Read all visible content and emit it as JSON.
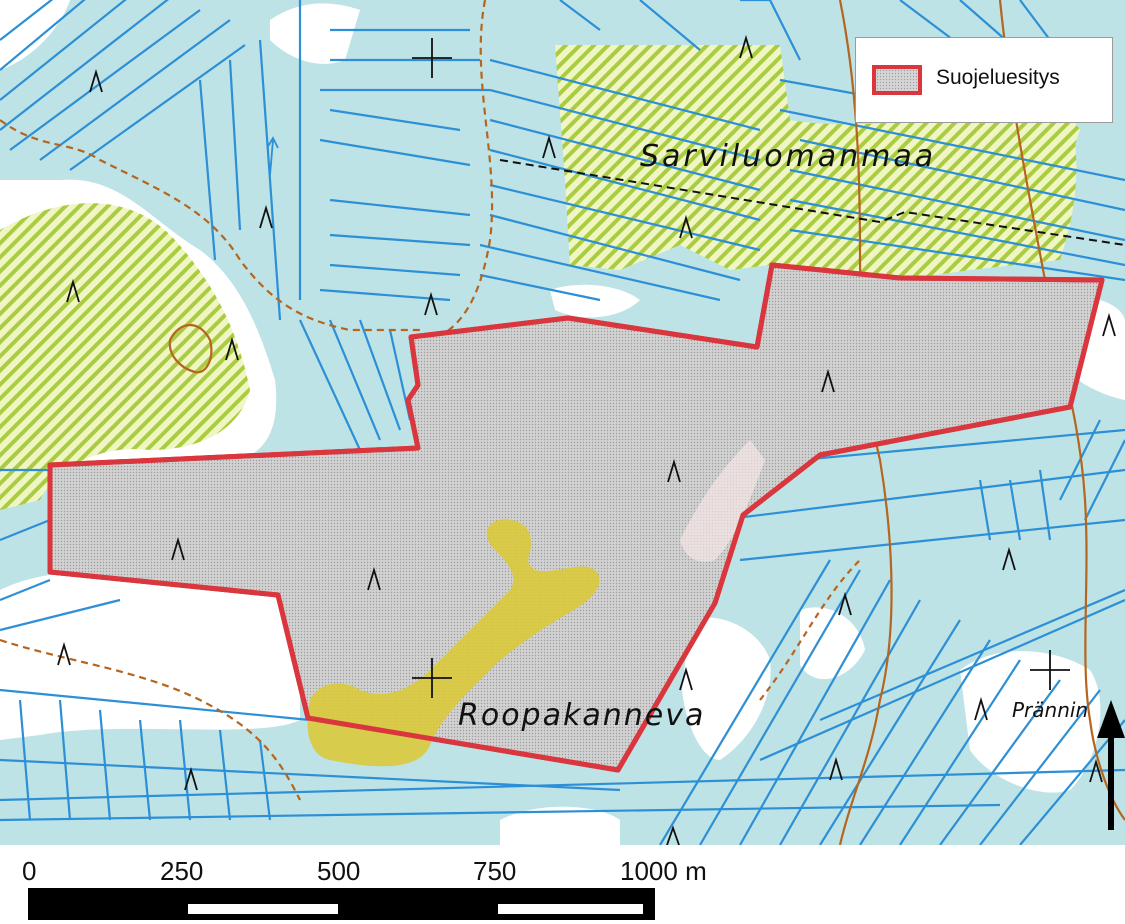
{
  "map": {
    "place_names": {
      "north": "Sarviluomanmaa",
      "south": "Roopakanneva",
      "east": "Prännin"
    },
    "legend": {
      "items": [
        {
          "label": "Suojeluesitys",
          "symbol": "red-outlined-stippled-area"
        }
      ]
    },
    "scale": {
      "ticks": [
        "0",
        "250",
        "500",
        "750"
      ],
      "last_tick": "1000 m"
    },
    "north_arrow": "north-arrow-icon",
    "colors": {
      "wetland": "#bde3e6",
      "land": "#ffffff",
      "ditch": "#2d8fd5",
      "track": "#b5651d",
      "protected_outline": "#d9363e",
      "protected_fill": "#cfcfcf",
      "hatch": "#9fc63a",
      "yellow_zone": "#d9c93a"
    }
  }
}
